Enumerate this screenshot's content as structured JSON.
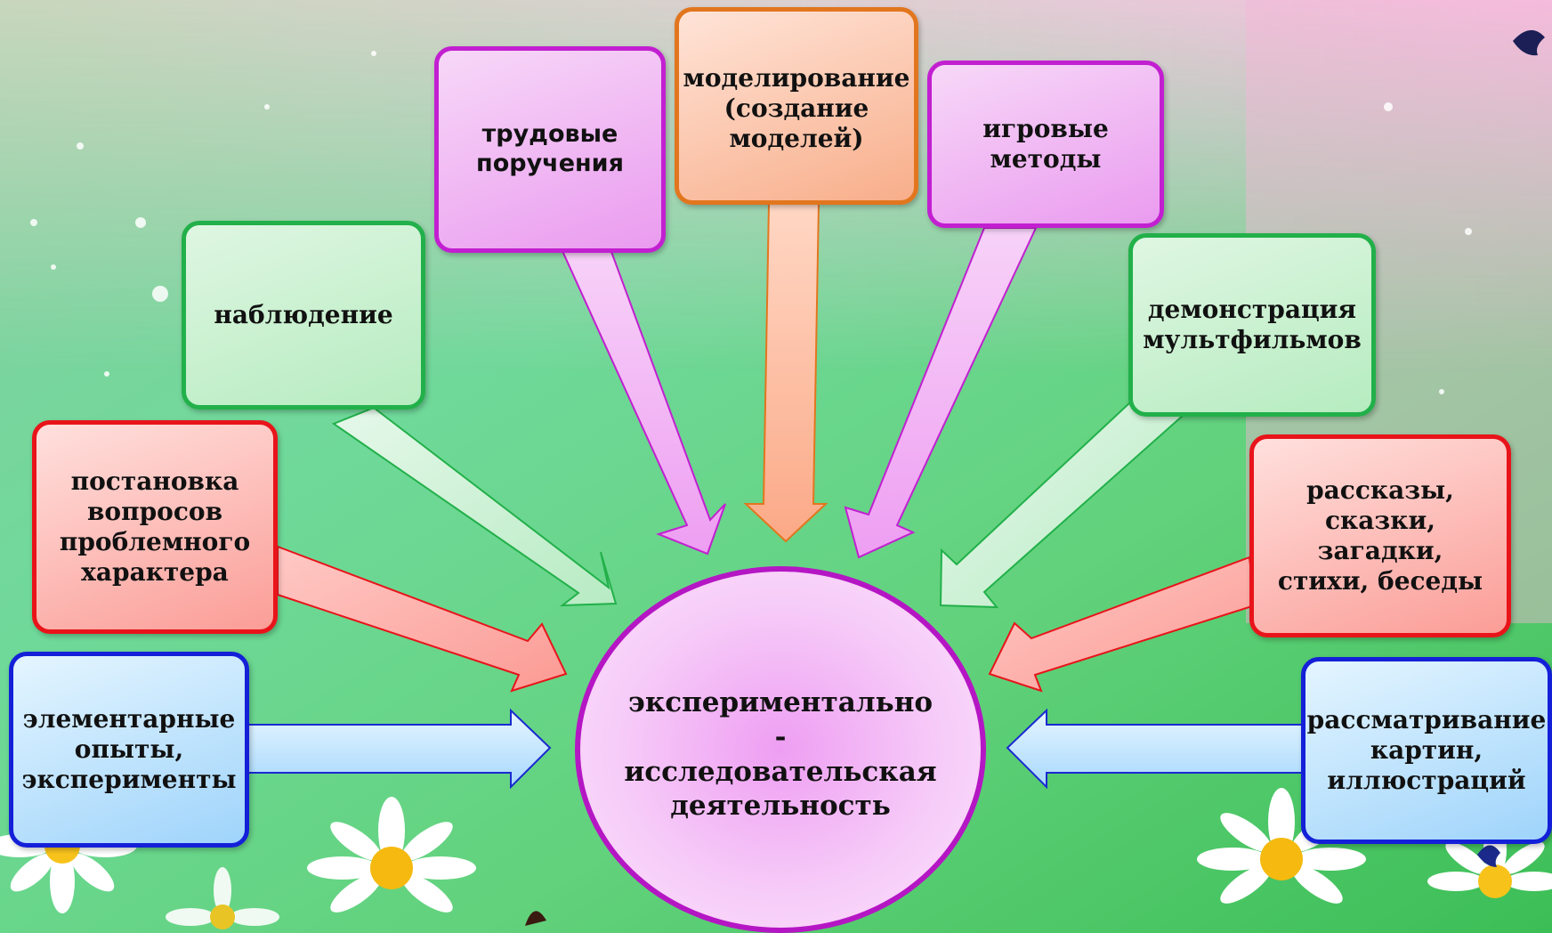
{
  "diagram": {
    "center": {
      "label": "экспериментально\n-\nисследовательская\nдеятельность"
    },
    "methods": [
      {
        "id": "observation",
        "label": "наблюдение"
      },
      {
        "id": "labor",
        "label": "трудовые\nпоручения"
      },
      {
        "id": "modeling",
        "label": "моделирование\n(создание\nмоделей)"
      },
      {
        "id": "games",
        "label": "игровые\nметоды"
      },
      {
        "id": "cartoons",
        "label": "демонстрация\nмультфильмов"
      },
      {
        "id": "questions",
        "label": "постановка\nвопросов\nпроблемного\nхарактера"
      },
      {
        "id": "stories",
        "label": "рассказы,\nсказки, загадки,\nстихи, беседы"
      },
      {
        "id": "experiments",
        "label": "элементарные\nопыты,\nэксперименты"
      },
      {
        "id": "pictures",
        "label": "рассматривание\nкартин,\nиллюстраций"
      }
    ]
  },
  "colors": {
    "green": "#22b04a",
    "pink": "#c21fd1",
    "orange": "#e2761e",
    "red": "#e8141a",
    "blue": "#1420d8",
    "center_border": "#b516c4"
  }
}
